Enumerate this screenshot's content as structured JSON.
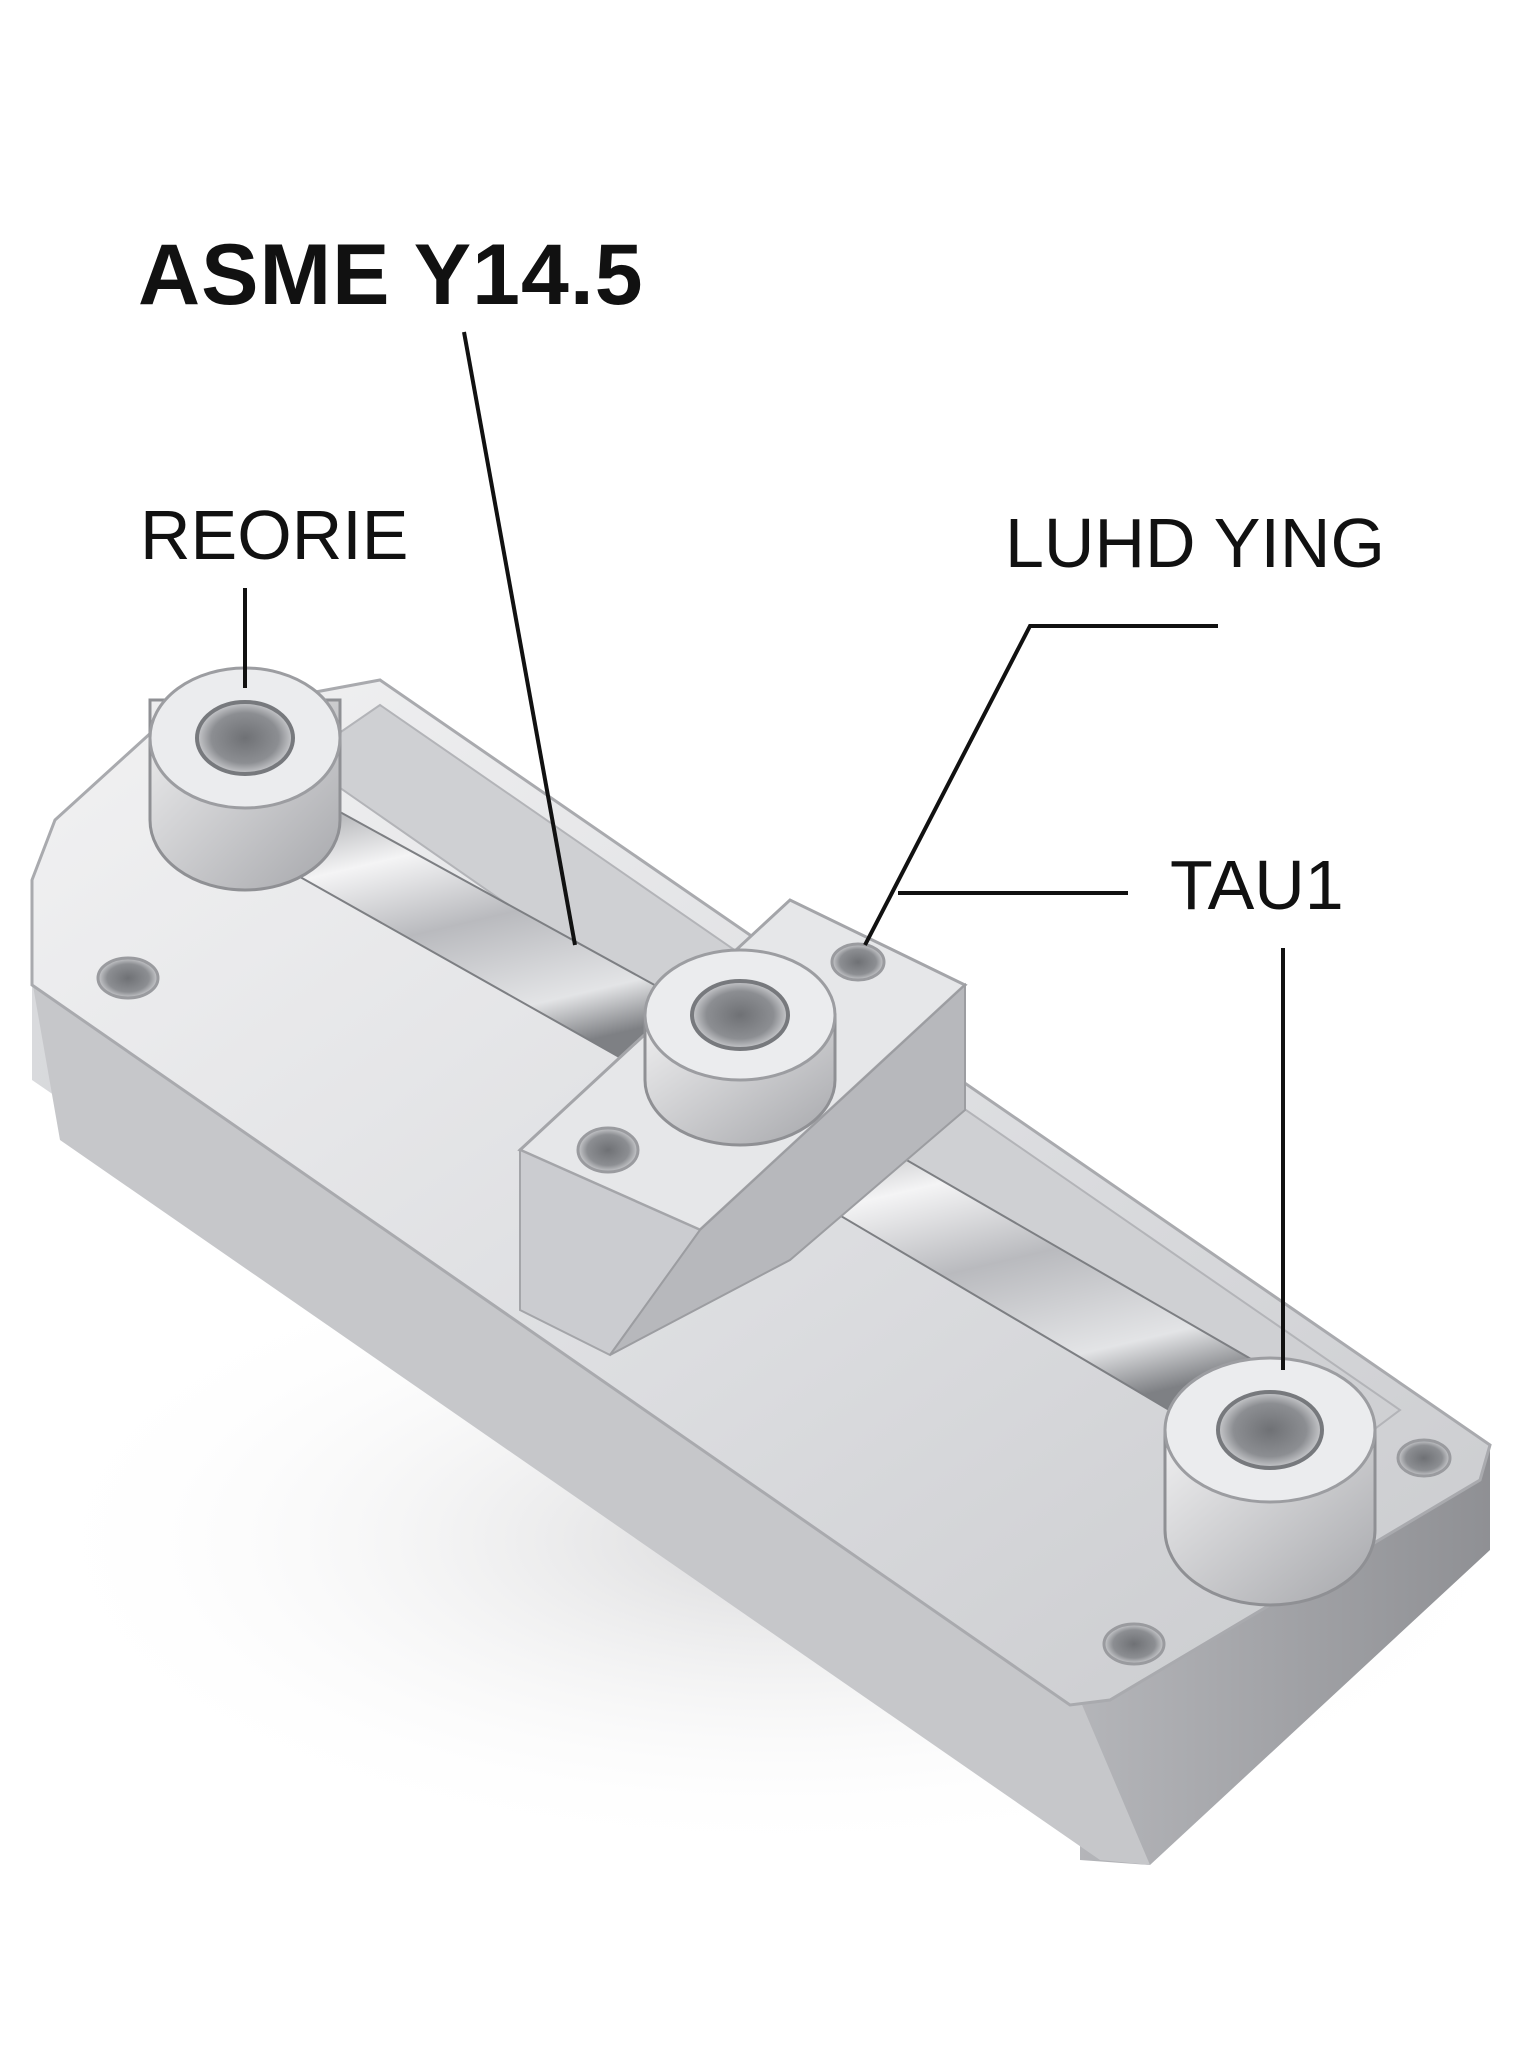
{
  "labels": {
    "title": "ASME Y14.5",
    "top_left": "REORIE",
    "top_right": "LUHD YING",
    "right": "TAU1"
  },
  "colors": {
    "background": "#ffffff",
    "metal_light": "#e8e8ea",
    "metal_mid": "#c4c5c8",
    "metal_dark": "#8e9094",
    "leader_line": "#111111"
  }
}
